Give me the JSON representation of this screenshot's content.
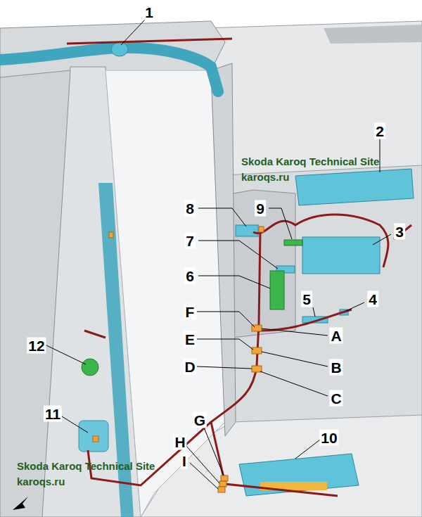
{
  "diagram": {
    "labels": [
      "1",
      "2",
      "Skoda Karoq Technical Site",
      "karoqs.ru",
      "8",
      "9",
      "3",
      "7",
      "6",
      "5",
      "4",
      "F",
      "A",
      "E",
      "B",
      "D",
      "C",
      "12",
      "11",
      "G",
      "10",
      "H",
      "I",
      "Skoda Karoq Technical Site",
      "karoqs.ru"
    ]
  }
}
